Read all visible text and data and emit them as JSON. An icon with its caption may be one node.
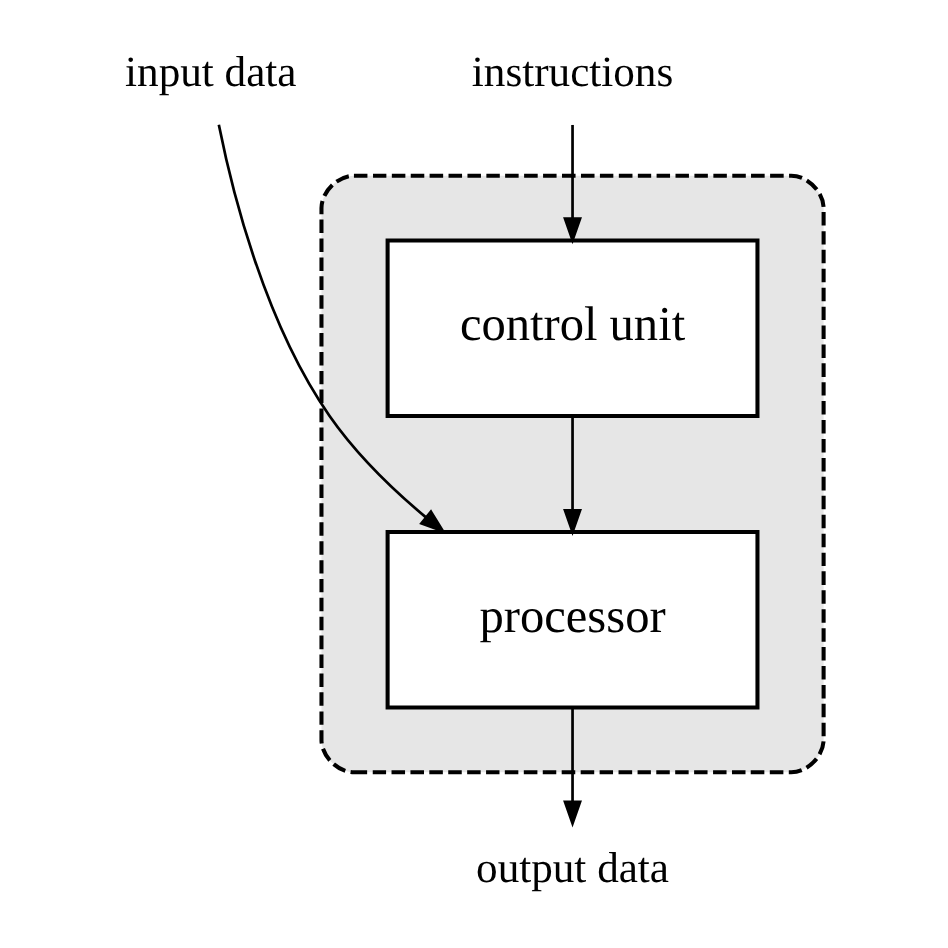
{
  "diagram": {
    "nodes": [
      {
        "text": [],
        "shape": "box"
      },
      {
        "text": [
          "control unit"
        ],
        "in": 0
      },
      {
        "text": [
          "processor"
        ],
        "in": 0
      },
      {
        "text": [
          "instructions"
        ]
      },
      {
        "text": [
          "input data"
        ]
      },
      {
        "text": [
          "output data"
        ]
      }
    ],
    "edges": [
      {
        "from": 3,
        "to": 1,
        "arrow": "to"
      },
      {
        "from": 4,
        "to": 2,
        "arrow": "to"
      },
      {
        "from": 1,
        "to": 2,
        "arrow": "to"
      },
      {
        "from": 2,
        "to": 5,
        "arrow": "to"
      }
    ]
  }
}
